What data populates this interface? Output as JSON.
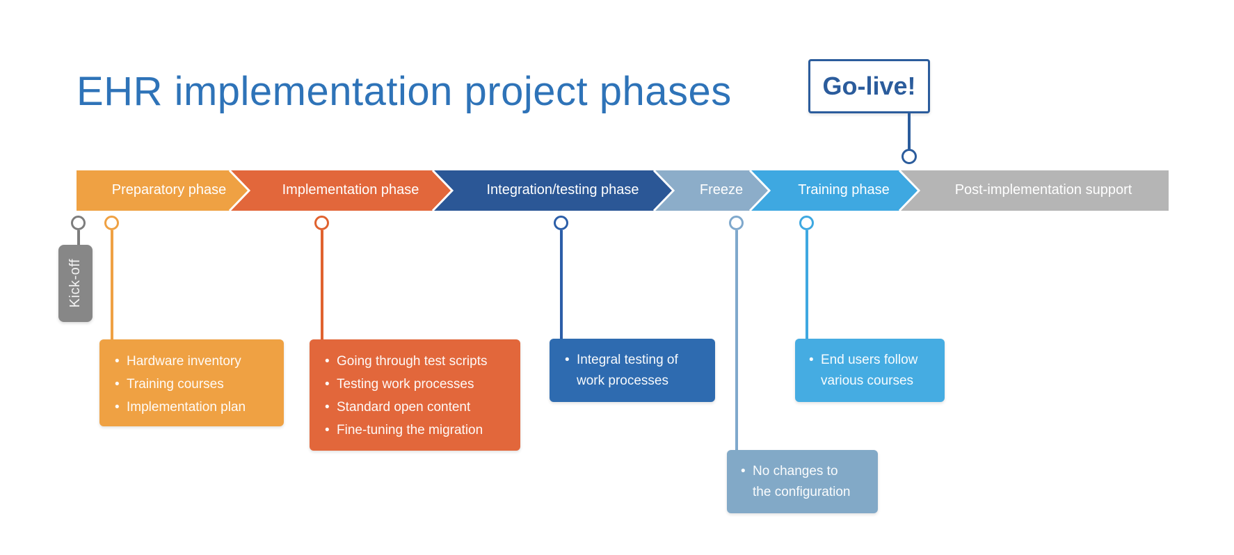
{
  "title": "EHR implementation project phases",
  "golive": {
    "label": "Go-live!",
    "color": "#2B5C9C"
  },
  "kickoff": {
    "label": "Kick-off",
    "color": "#878787"
  },
  "phases": [
    {
      "label": "Preparatory phase",
      "color": "#EFA143"
    },
    {
      "label": "Implementation phase",
      "color": "#E2673B"
    },
    {
      "label": "Integration/testing phase",
      "color": "#2B5796"
    },
    {
      "label": "Freeze",
      "color": "#8CADC9"
    },
    {
      "label": "Training phase",
      "color": "#3EA8E1"
    },
    {
      "label": "Post-implementation support",
      "color": "#B5B5B5"
    }
  ],
  "callouts": [
    {
      "phase": "Preparatory phase",
      "color": "#EFA143",
      "items": [
        "Hardware inventory",
        "Training courses",
        "Implementation plan"
      ]
    },
    {
      "phase": "Implementation phase",
      "color": "#E2673B",
      "items": [
        "Going through test scripts",
        "Testing work processes",
        "Standard open content",
        "Fine-tuning the migration"
      ]
    },
    {
      "phase": "Integration/testing phase",
      "color": "#2E6BB0",
      "items": [
        "Integral testing of\nwork processes"
      ]
    },
    {
      "phase": "Training phase",
      "color": "#45ACE2",
      "items": [
        "End users follow\nvarious courses"
      ]
    },
    {
      "phase": "Freeze",
      "color": "#82A9C7",
      "items": [
        "No changes to\nthe configuration"
      ]
    }
  ]
}
